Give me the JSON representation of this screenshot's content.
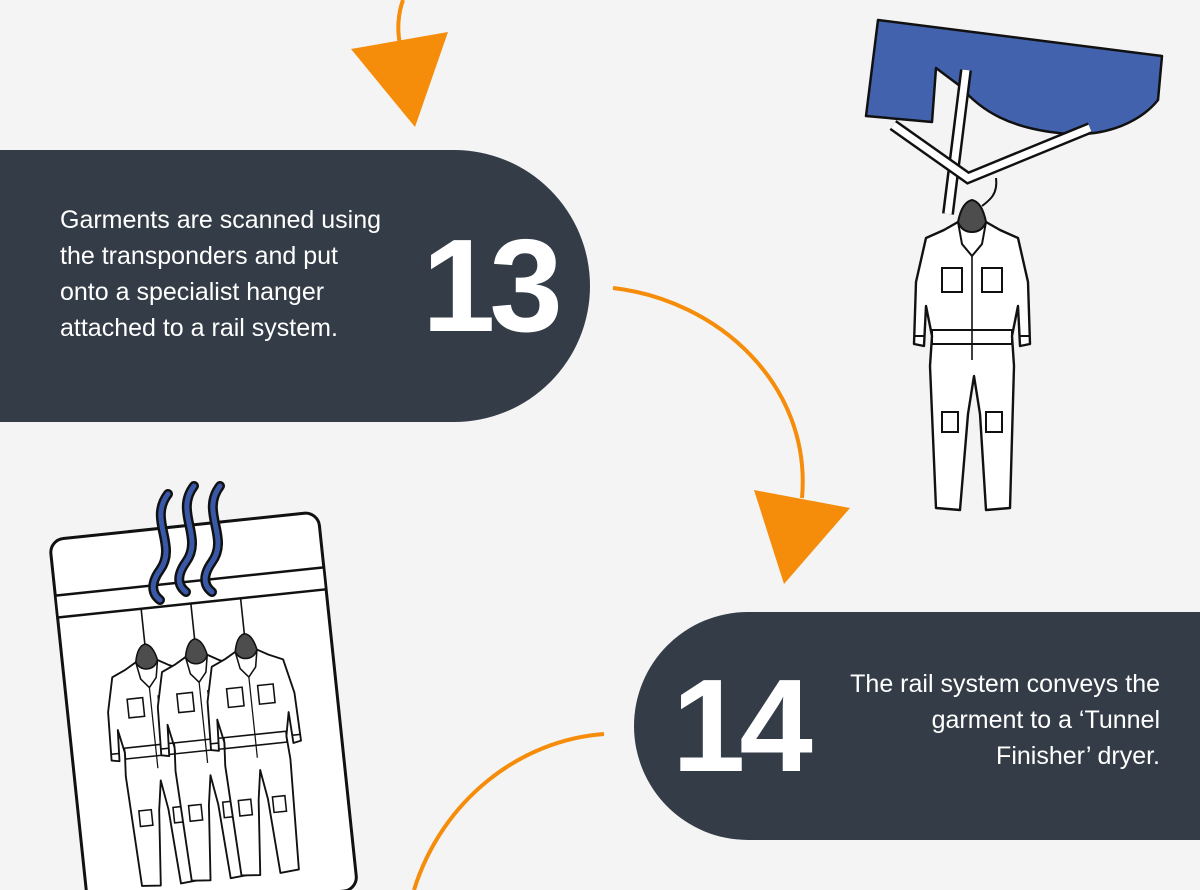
{
  "colors": {
    "background": "#f4f4f4",
    "panel": "#343d47",
    "panel_text": "#ffffff",
    "arrow": "#f58c0a",
    "rail_blue": "#4262ad",
    "heat_blue": "#3a58a8",
    "head": "#4d4d4d"
  },
  "icons": {
    "arrow": "triangle-arrow-icon",
    "hanger": "rail-hanger-icon",
    "garment": "coverall-icon",
    "dryer": "tunnel-finisher-dryer-icon",
    "heat": "heat-waves-icon"
  },
  "steps": [
    {
      "number": "13",
      "text": "Garments are scanned using the transponders and put onto a specialist hanger attached to a rail system."
    },
    {
      "number": "14",
      "text": "The rail system conveys the garment to a ‘Tunnel Finisher’ dryer."
    }
  ]
}
